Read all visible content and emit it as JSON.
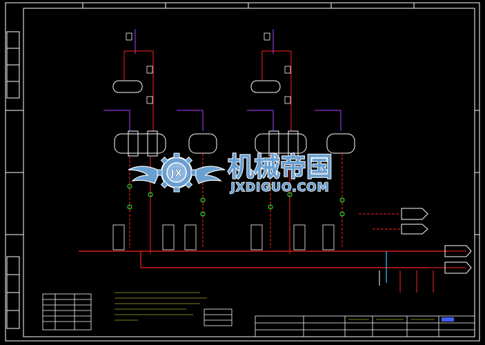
{
  "watermark": {
    "brand_cn": "机械帝国",
    "brand_en": "JXDIGUO.COM",
    "logo_letters": "JX"
  },
  "colors": {
    "background": "#000000",
    "frame": "#ffffff",
    "pipe_main": "#ff2020",
    "pipe_purple": "#b040ff",
    "pipe_cyan": "#40c0ff",
    "pipe_green": "#20ff40",
    "annotation": "#ffff40",
    "watermark_fill": "#6a9fd0",
    "watermark_stroke": "#ffffff"
  },
  "icons": [
    "gear-logo-icon",
    "wing-left-icon",
    "wing-right-icon"
  ]
}
